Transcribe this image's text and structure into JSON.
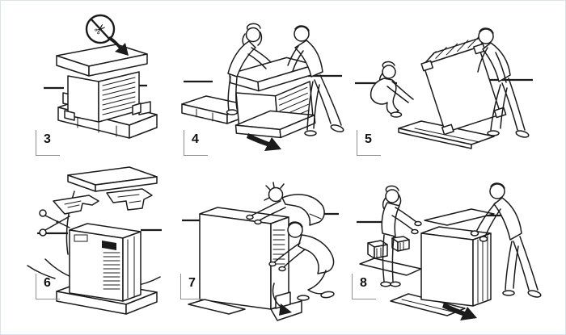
{
  "sheet": {
    "background_color": "#ffffff",
    "border_color": "#dce3ec",
    "ink_color": "#1b1b1b",
    "bracket_color": "#8f8f8f",
    "steps": [
      {
        "number": "3",
        "icons": [
          "no-cutting-warning-icon",
          "arrow-icon"
        ]
      },
      {
        "number": "4",
        "icons": [
          "direction-arrow-icon"
        ]
      },
      {
        "number": "5",
        "icons": []
      },
      {
        "number": "6",
        "icons": [
          "scissors-icon"
        ]
      },
      {
        "number": "7",
        "icons": [
          "curved-arrow-icon"
        ]
      },
      {
        "number": "8",
        "icons": [
          "direction-arrow-icon"
        ]
      }
    ]
  }
}
